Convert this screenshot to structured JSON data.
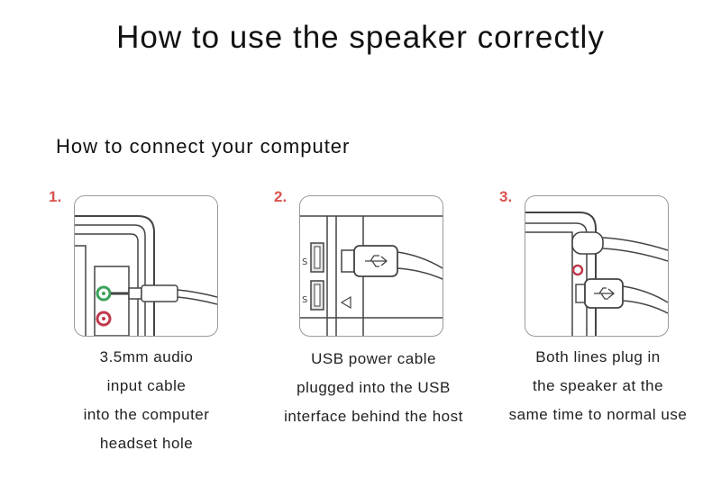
{
  "title": "How to use the speaker correctly",
  "subtitle": "How to connect your computer",
  "steps": [
    {
      "number": "1.",
      "caption": [
        "3.5mm audio",
        "input cable",
        "into the computer",
        "headset hole"
      ]
    },
    {
      "number": "2.",
      "caption": [
        "USB power cable",
        "plugged into the USB",
        "interface behind the host"
      ]
    },
    {
      "number": "3.",
      "caption": [
        "Both lines plug in",
        "the speaker at the",
        "same time to normal use"
      ]
    }
  ],
  "colors": {
    "accent": "#d9534f",
    "jack_green": "#3aa35a",
    "jack_red": "#c0394b"
  }
}
